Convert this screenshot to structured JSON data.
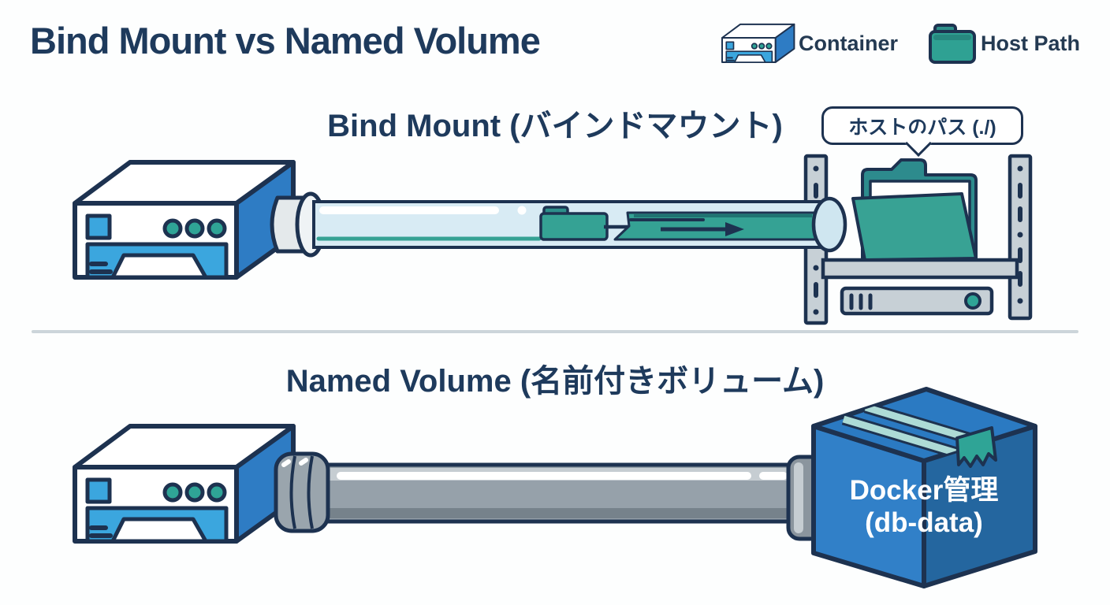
{
  "page": {
    "title": "Bind Mount vs Named Volume"
  },
  "legend": {
    "items": [
      {
        "id": "container",
        "label": "Container"
      },
      {
        "id": "host-path",
        "label": "Host Path"
      }
    ]
  },
  "bind_mount": {
    "heading": "Bind Mount (バインドマウント)",
    "host_path_callout": "ホストのパス (./)"
  },
  "named_volume": {
    "heading": "Named Volume (名前付きボリューム)",
    "volume_box": {
      "line1": "Docker管理",
      "line2": "(db-data)"
    }
  },
  "colors": {
    "outline": "#1d3250",
    "heading_text": "#1e3a5c",
    "box_blue": "#2e7ec6",
    "accent_light_blue": "#3ba6de",
    "teal": "#2fa496",
    "tube_glass": "#d8ebf4",
    "pipe_gray": "#96a1aa",
    "shelf_gray": "#c7d0d6",
    "divider": "#ccd5da"
  }
}
